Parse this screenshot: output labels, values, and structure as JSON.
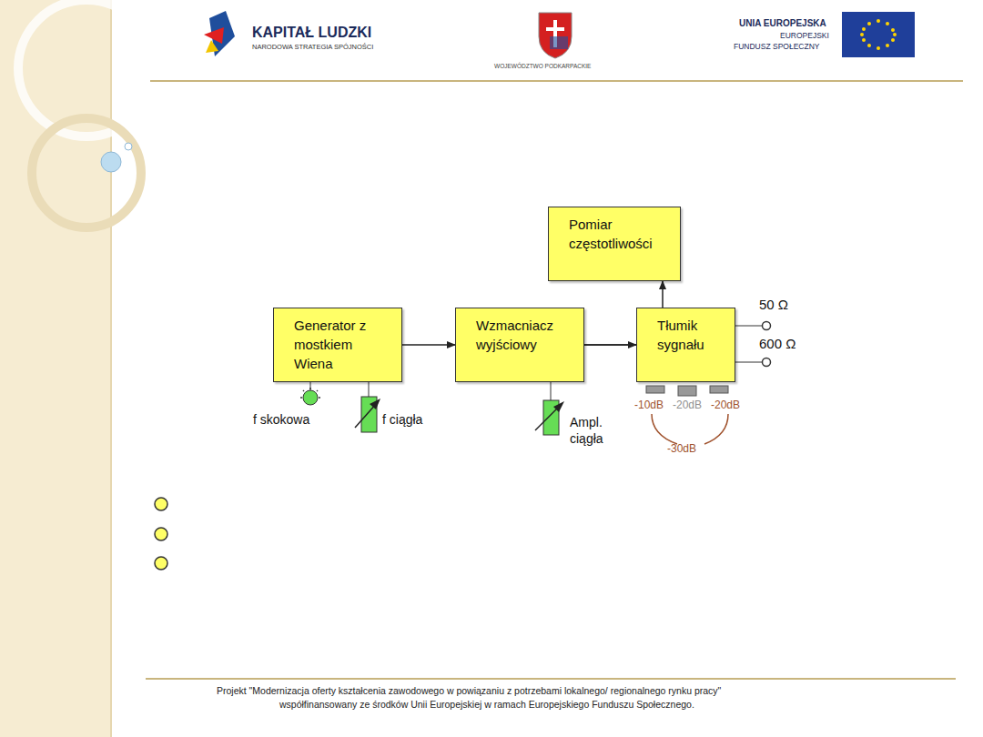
{
  "diagram": {
    "nodes": [
      {
        "text": [
          "Generator z mostkiem Wiena"
        ]
      },
      {
        "text": [
          "Wzmacniacz wyjściowy"
        ]
      },
      {
        "text": [
          "Pomiar częstotliwości"
        ]
      },
      {
        "text": [
          "Tłumik sygnału"
        ]
      }
    ],
    "edges": [
      {
        "from": 0,
        "to": 1,
        "arrow": "to"
      },
      {
        "from": 1,
        "to": 2,
        "arrow": "to"
      },
      {
        "from": 1,
        "to": 3,
        "arrow": "to"
      }
    ],
    "labels": [
      "KAPITAŁ LUDZKI",
      "NARODOWA STRATEGIA SPÓJNOŚCI",
      "WOJEWÓDZTWO PODKARPACKIE",
      "UNIA EUROPEJSKA",
      "EUROPEJSKI",
      "FUNDUSZ SPOŁECZNY",
      "50 Ω",
      "600 Ω",
      "f skokowa",
      "f ciągła",
      "Ampl. ciągła",
      "-10dB",
      "-20dB",
      "-20dB",
      "-30dB",
      "Projekt \"Modernizacja oferty kształcenia zawodowego w powiązaniu z potrzebami lokalnego/ regionalnego rynku pracy\"",
      "współfinansowany ze środków Unii Europejskiej w ramach Europejskiego Funduszu Społecznego."
    ]
  }
}
